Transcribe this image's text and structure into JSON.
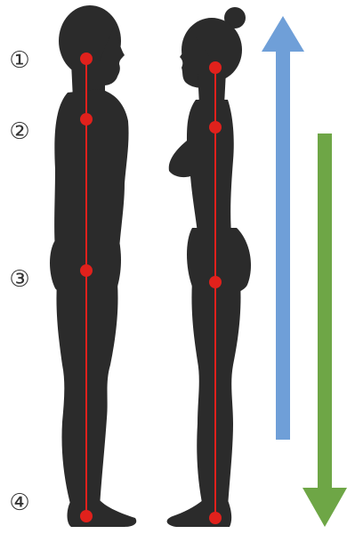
{
  "markers": {
    "m1": "①",
    "m2": "②",
    "m3": "③",
    "m4": "④"
  },
  "colors": {
    "silhouette": "#2b2b2b",
    "alignment_line": "#e0211c",
    "up_arrow": "#6f9fd8",
    "down_arrow": "#6ea646",
    "background": "#ffffff"
  },
  "figures": [
    "male-silhouette",
    "female-silhouette"
  ],
  "arrows": [
    "up-arrow",
    "down-arrow"
  ]
}
